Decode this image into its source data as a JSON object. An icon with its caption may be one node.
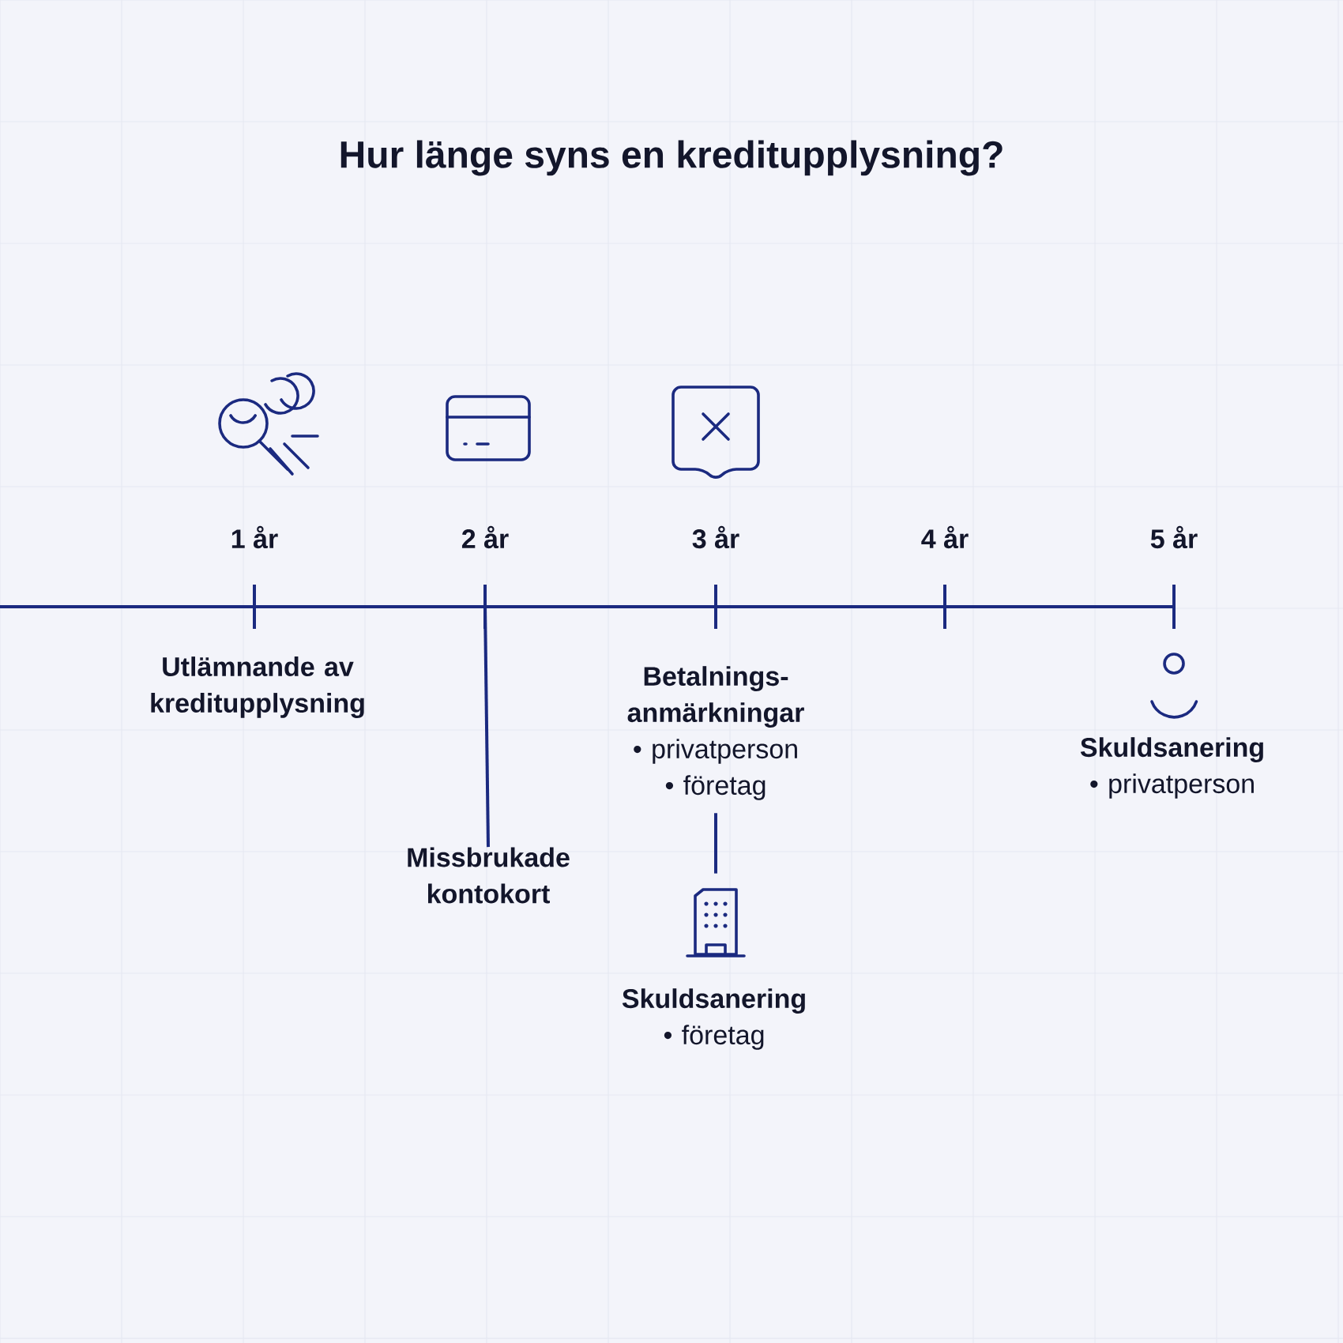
{
  "diagram": {
    "title": "Hur länge syns en kreditupplysning?",
    "nodes": [
      {
        "text": [
          "Utlämnande av kreditupplysning"
        ]
      },
      {
        "text": [
          "Missbrukade kontokort"
        ]
      },
      {
        "text": [
          "Betalnings-anmärkningar",
          "• privatperson",
          "• företag"
        ]
      },
      {
        "text": [],
        "shape": "picture"
      },
      {
        "text": [
          "Skuldsanering",
          "• företag"
        ]
      },
      {
        "text": [],
        "shape": "picture"
      },
      {
        "text": [
          "Skuldsanering",
          "• privatperson"
        ]
      }
    ],
    "edges": [
      {
        "from": null,
        "to": 1,
        "arrow": "none"
      },
      {
        "from": 2,
        "to": 3,
        "arrow": "none"
      }
    ],
    "labels": [
      "1 år",
      "2 år",
      "3 år",
      "4 år",
      "5 år"
    ]
  }
}
